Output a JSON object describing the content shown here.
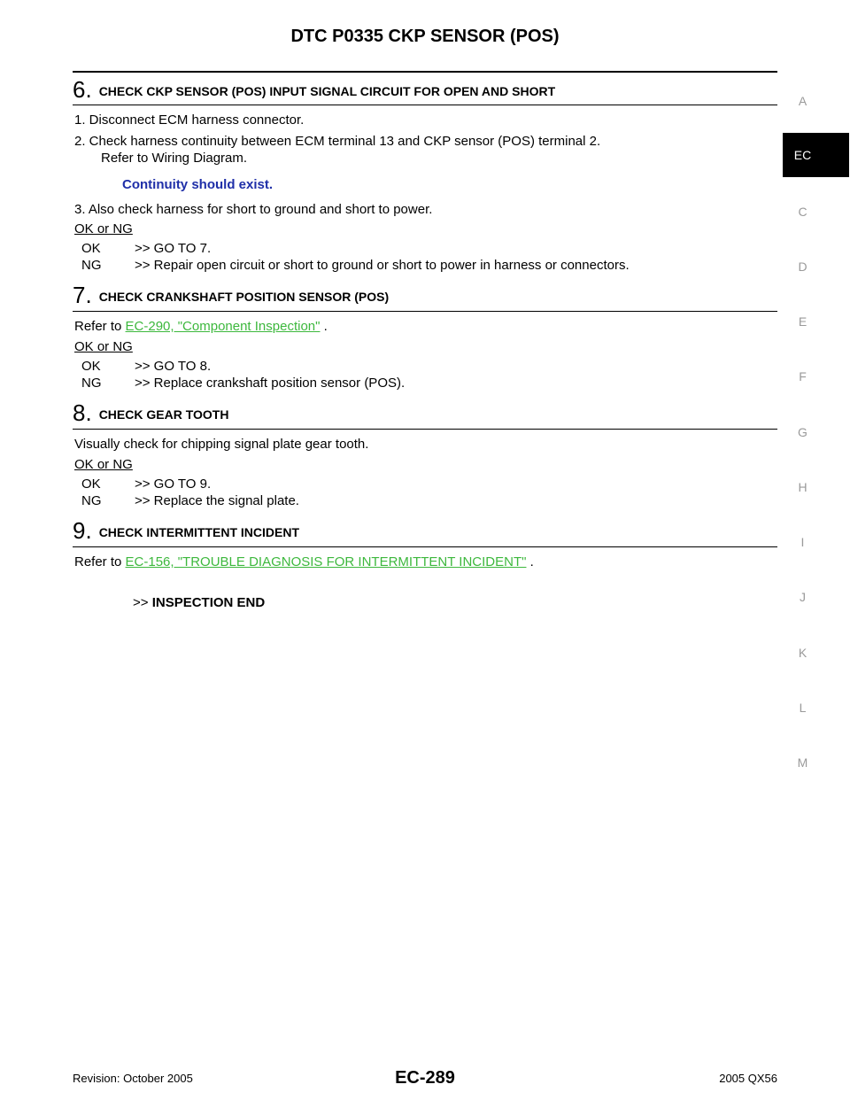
{
  "header": {
    "title": "DTC P0335 CKP SENSOR (POS)"
  },
  "side_nav": {
    "letters": [
      "A",
      "C",
      "D",
      "E",
      "F",
      "G",
      "H",
      "I",
      "J",
      "K",
      "L",
      "M"
    ],
    "active_tab": "EC"
  },
  "steps": {
    "s6": {
      "num": "6.",
      "title": "CHECK CKP SENSOR (POS) INPUT SIGNAL CIRCUIT FOR OPEN AND SHORT",
      "items": [
        "1.   Disconnect ECM harness connector.",
        "2.   Check harness continuity between ECM terminal 13 and CKP sensor (POS) terminal 2.",
        "Refer to Wiring Diagram.",
        "3.   Also check harness for short to ground and short to power."
      ],
      "spec": "Continuity should exist.",
      "okng": "OK or NG",
      "results": [
        {
          "key": "OK",
          "text": ">> GO TO 7."
        },
        {
          "key": "NG",
          "text": ">> Repair open circuit or short to ground or short to power in harness or connectors."
        }
      ]
    },
    "s7": {
      "num": "7.",
      "title": "CHECK CRANKSHAFT POSITION SENSOR (POS)",
      "refer_prefix": "Refer to ",
      "refer_link": "EC-290, \"Component Inspection\"",
      "refer_suffix": " .",
      "okng": "OK or NG",
      "results": [
        {
          "key": "OK",
          "text": ">> GO TO 8."
        },
        {
          "key": "NG",
          "text": ">> Replace crankshaft position sensor (POS)."
        }
      ]
    },
    "s8": {
      "num": "8.",
      "title": "CHECK GEAR TOOTH",
      "text": "Visually check for chipping signal plate gear tooth.",
      "okng": "OK or NG",
      "results": [
        {
          "key": "OK",
          "text": ">> GO TO 9."
        },
        {
          "key": "NG",
          "text": ">> Replace the signal plate."
        }
      ]
    },
    "s9": {
      "num": "9.",
      "title": "CHECK INTERMITTENT INCIDENT",
      "refer_prefix": "Refer to ",
      "refer_link": "EC-156, \"TROUBLE DIAGNOSIS FOR INTERMITTENT INCIDENT\"",
      "refer_suffix": " .",
      "end_prefix": ">> ",
      "end_text": "INSPECTION END"
    }
  },
  "footer": {
    "revision": "Revision: October 2005",
    "page": "EC-289",
    "model": "2005 QX56"
  }
}
